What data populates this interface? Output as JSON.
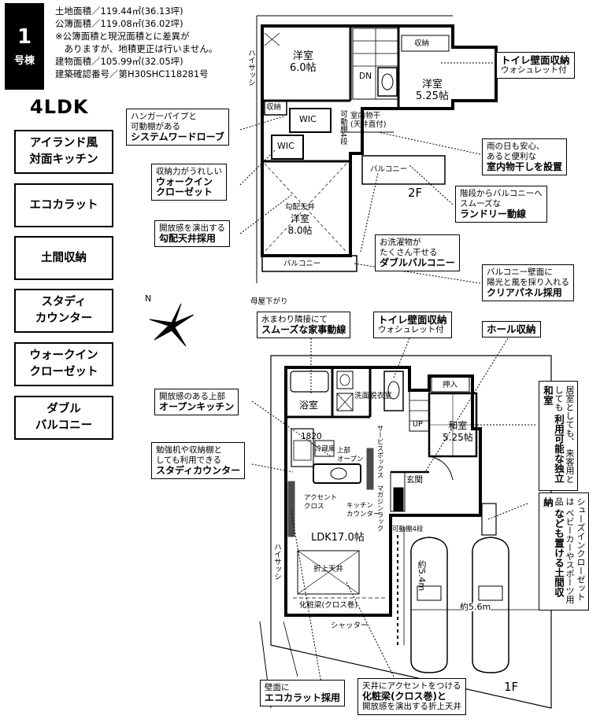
{
  "header": {
    "lot_number": "1",
    "lot_suffix": "号棟",
    "specs": [
      "土地面積／119.44㎡(36.13坪)",
      "公簿面積／119.08㎡(36.02坪)",
      "※公簿面積と現況面積とに差異が",
      "　ありますが、地積更正は行いません。",
      "建物面積／105.99㎡(32.05坪)",
      "建築確認番号／第H30SHC118281号"
    ],
    "layout_type": "4LDK"
  },
  "features": [
    [
      "アイランド風",
      "対面キッチン"
    ],
    [
      "エコカラット"
    ],
    [
      "土間収納"
    ],
    [
      "スタディ",
      "カウンター"
    ],
    [
      "ウォークイン",
      "クローゼット"
    ],
    [
      "ダブル",
      "バルコニー"
    ]
  ],
  "callouts_2f": {
    "toilet_storage": [
      "トイレ壁面収納",
      "ウォシュレット付"
    ],
    "hanger_pipe": [
      "ハンガーパイプと",
      "可動棚がある",
      "システムワードローブ"
    ],
    "indoor_drying": [
      "雨の日も安心、",
      "あると便利な",
      "室内物干しを設置"
    ],
    "walk_in_closet": [
      "収納力がうれしい",
      "ウォークイン",
      "クローゼット"
    ],
    "laundry_line": [
      "階段からバルコニーへ",
      "スムーズな",
      "ランドリー動線"
    ],
    "sloped_ceiling": [
      "開放感を演出する",
      "勾配天井採用"
    ],
    "double_balcony": [
      "お洗濯物が",
      "たくさん干せる",
      "ダブルバルコニー"
    ],
    "clear_panel": [
      "バルコニー壁面に",
      "陽光と風を採り入れる",
      "クリアパネル採用"
    ]
  },
  "callouts_1f": {
    "housework_line": [
      "水まわり隣接にて",
      "スムーズな家事動線"
    ],
    "toilet_storage": [
      "トイレ壁面収納",
      "ウォシュレット付"
    ],
    "hall_storage": [
      "ホール収納"
    ],
    "open_kitchen": [
      "開放感のある上部",
      "オープンキッチン"
    ],
    "study_counter": [
      "勉強机や収納棚と",
      "しても利用できる",
      "スタディカウンター"
    ],
    "ecocarat": [
      "壁面に",
      "エコカラット採用"
    ],
    "ceiling_beam": [
      "天井にアクセントをつける",
      "化粧梁(クロス巻)と",
      "開放感を演出する折上天井"
    ],
    "japanese_room": [
      "居室としても、",
      "来客用としても",
      "利用可能な独立和室"
    ],
    "shoes_closet": [
      "シューズインクローゼットは",
      "ベビーカーやスポーツ用品",
      "なども置ける土間収納"
    ]
  },
  "plan_2f": {
    "room_west": [
      "洋室",
      "6.0帖"
    ],
    "room_east": [
      "洋室",
      "5.25帖"
    ],
    "room_south": [
      "勾配天井",
      "洋室",
      "8.0帖"
    ],
    "storage": "収納",
    "storage2": "収納",
    "wic": "WIC",
    "wic2": "WIC",
    "indoor_drying_label": [
      "室内物干",
      "(天井直付)"
    ],
    "movable_shelf": "可動棚4段",
    "dn": "DN",
    "balcony_top": "バルコニー",
    "balcony_bottom": "バルコニー",
    "high_sash": "ハイサッシ",
    "below_label": "母屋下がり",
    "floor_label": "2F"
  },
  "plan_1f": {
    "bath": "浴室",
    "washroom": "洗面脱衣室",
    "toilet": "",
    "ldk": "LDK17.0帖",
    "folded_ceiling": "折上天井",
    "beam": "化粧梁(クロス巻)",
    "japanese": [
      "和室",
      "5.25帖"
    ],
    "closet": "押入",
    "entrance": "玄関",
    "up": "UP",
    "shutter": "シャッター",
    "high_sash": "ハイサッシ",
    "size_1820": "1820",
    "refrigerator": "冷蔵庫",
    "accent_cross": [
      "アクセント",
      "クロス"
    ],
    "kitchen_counter": [
      "キッチン",
      "カウンター"
    ],
    "upper_open": [
      "上部",
      "オープン"
    ],
    "magazine_rack": "マガジンラック",
    "service_box": "サービスボックス",
    "shelf_4": "可動棚4段",
    "dim_length": "約5.4m",
    "dim_width": "約5.6m",
    "floor_label": "1F"
  }
}
